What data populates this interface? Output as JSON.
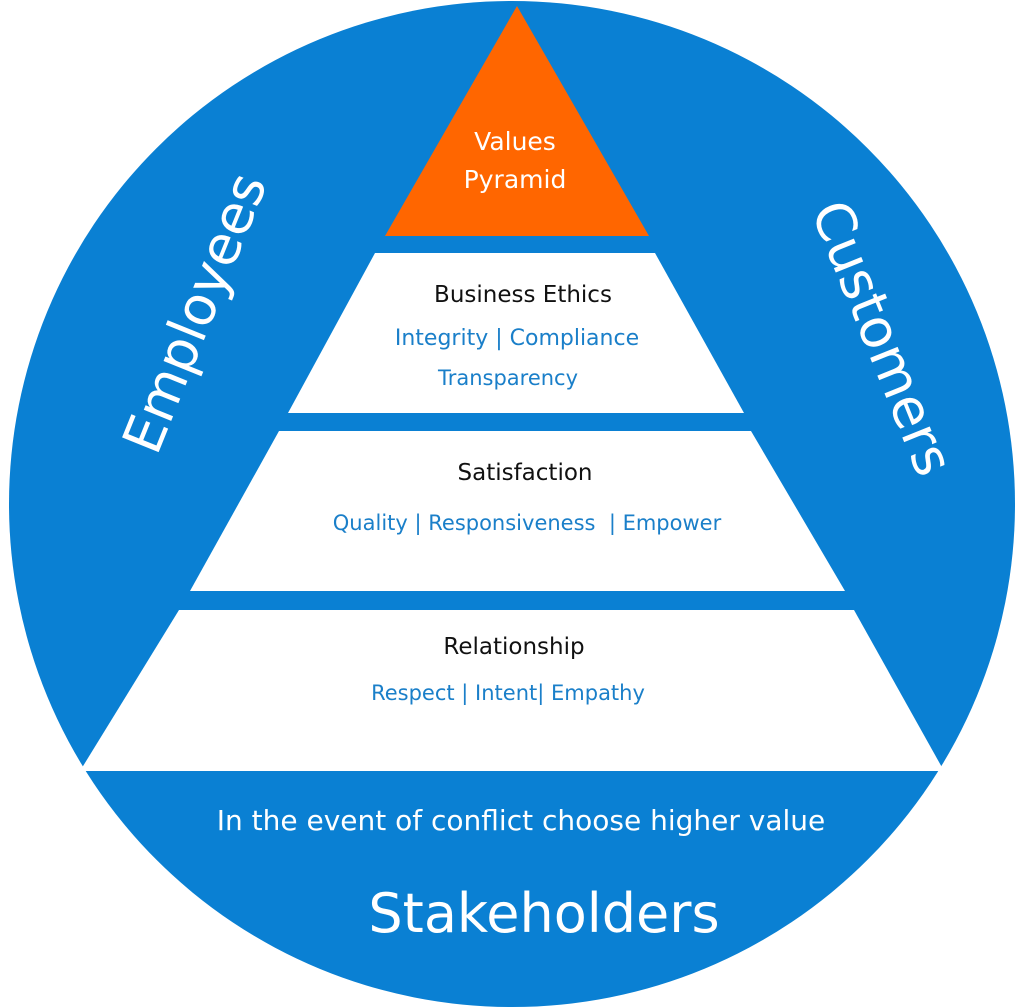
{
  "colors": {
    "circle_blue": "#0a80d3",
    "apex_orange": "#ff6600",
    "tier_white": "#ffffff",
    "title_black": "#111111",
    "subtitle_blue": "#1a7fc9"
  },
  "apex": {
    "line1": "Values",
    "line2": "Pyramid"
  },
  "tiers": [
    {
      "title": "Business Ethics",
      "values_line1": "Integrity | Compliance",
      "values_line2": "Transparency"
    },
    {
      "title": "Satisfaction",
      "values_line1": "Quality | Responsiveness  | Empower"
    },
    {
      "title": "Relationship",
      "values_line1": "Respect | Intent| Empathy"
    }
  ],
  "side_labels": {
    "left": "Employees",
    "right": "Customers"
  },
  "bottom": {
    "note": "In the event of conflict choose higher value",
    "label": "Stakeholders"
  }
}
